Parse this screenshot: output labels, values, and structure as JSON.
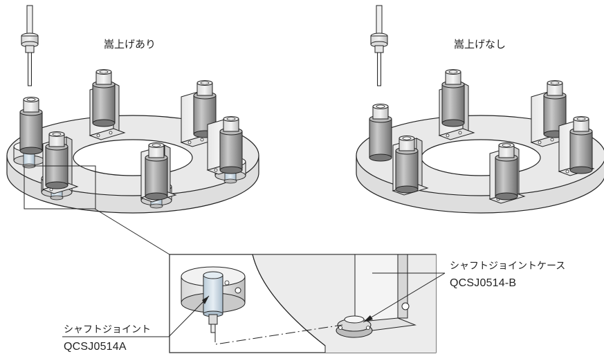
{
  "labels": {
    "with_raise": "嵩上げあり",
    "without_raise": "嵩上げなし"
  },
  "callouts": {
    "case_name": "シャフトジョイントケース",
    "case_code": "QCSJ0514-B",
    "joint_name": "シャフトジョイント",
    "joint_code": "QCSJ0514A"
  }
}
